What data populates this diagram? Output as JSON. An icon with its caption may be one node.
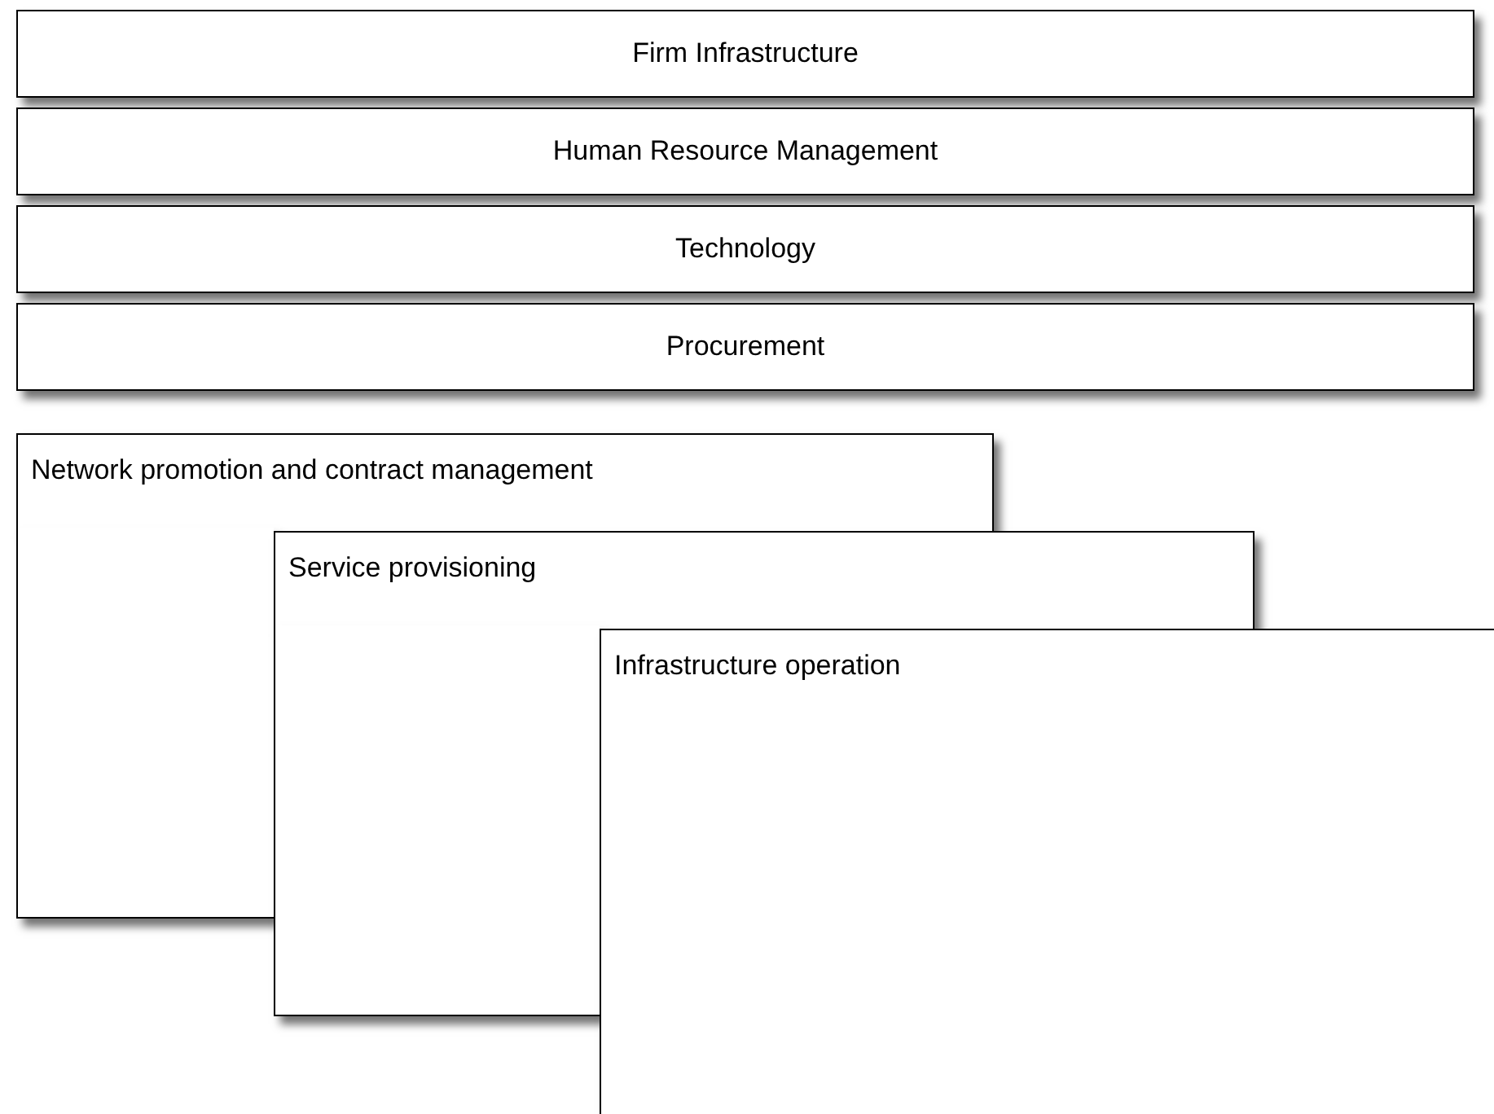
{
  "diagram": {
    "nodes": [
      {
        "text": [
          "Firm Infrastructure"
        ]
      },
      {
        "text": [
          "Human Resource Management"
        ]
      },
      {
        "text": [
          "Technology"
        ]
      },
      {
        "text": [
          "Procurement"
        ]
      },
      {
        "text": [
          "Network promotion and contract management"
        ]
      },
      {
        "text": [
          "Service provisioning"
        ]
      },
      {
        "text": [
          "Infrastructure operation"
        ]
      }
    ],
    "edges": []
  }
}
